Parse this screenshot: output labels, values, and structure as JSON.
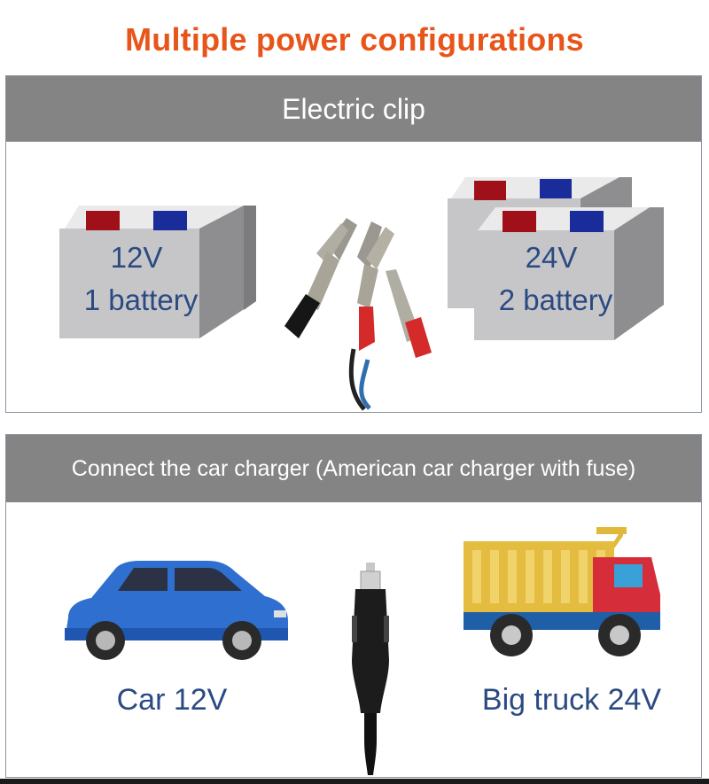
{
  "title": "Multiple power configurations",
  "section_clip": {
    "header": "Electric clip",
    "battery_single": {
      "voltage": "12V",
      "count": "1 battery"
    },
    "battery_double": {
      "voltage": "24V",
      "count": "2 battery"
    }
  },
  "section_charger": {
    "header": "Connect the car charger (American car charger with fuse)",
    "car_label": "Car 12V",
    "truck_label": "Big truck 24V"
  },
  "colors": {
    "title": "#e8551b",
    "header_bg": "#848484",
    "label_text": "#2b4a82",
    "battery_body": "#c4c4c6",
    "terminal_red": "#a01018",
    "terminal_blue": "#1a2b9a"
  }
}
